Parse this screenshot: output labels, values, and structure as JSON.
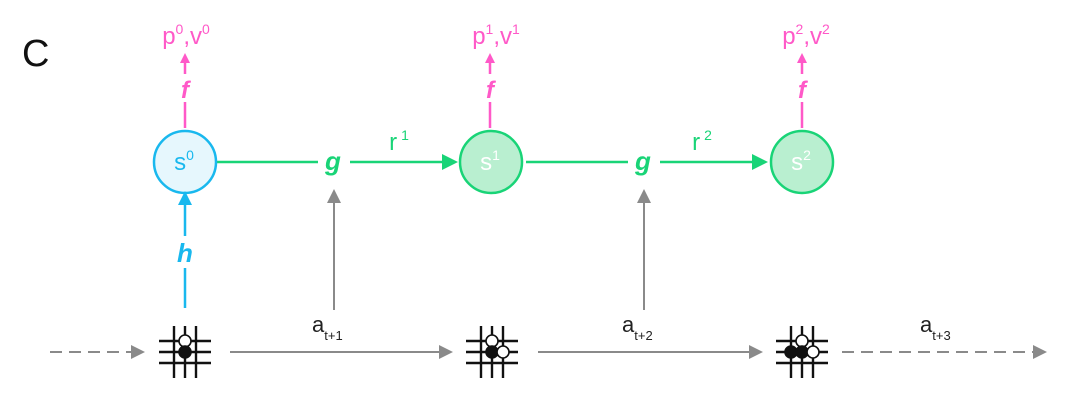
{
  "panel_label": "C",
  "colors": {
    "prediction": "#ff59c8",
    "representation": "#19b8ee",
    "dynamics": "#19d477",
    "action": "#8a8a8a",
    "state0_fill": "#e6f7fd",
    "state_fill": "#b9efd0",
    "stone_black": "#111111",
    "grid": "#111111"
  },
  "functions": {
    "prediction": "f",
    "dynamics": "g",
    "representation": "h"
  },
  "states": [
    {
      "base": "s",
      "sup": "0",
      "output_p": "p",
      "output_v": "v"
    },
    {
      "base": "s",
      "sup": "1",
      "output_p": "p",
      "output_v": "v"
    },
    {
      "base": "s",
      "sup": "2",
      "output_p": "p",
      "output_v": "v"
    }
  ],
  "rewards": [
    {
      "base": "r",
      "sup": "1"
    },
    {
      "base": "r",
      "sup": "2"
    }
  ],
  "actions": [
    {
      "base": "a",
      "sub": "t+1"
    },
    {
      "base": "a",
      "sub": "t+2"
    },
    {
      "base": "a",
      "sub": "t+3"
    }
  ],
  "boards": [
    {
      "stones": [
        {
          "pos": "top",
          "color": "white"
        },
        {
          "pos": "center",
          "color": "black"
        }
      ]
    },
    {
      "stones": [
        {
          "pos": "top",
          "color": "white"
        },
        {
          "pos": "center",
          "color": "black"
        },
        {
          "pos": "right",
          "color": "white"
        }
      ]
    },
    {
      "stones": [
        {
          "pos": "top",
          "color": "white"
        },
        {
          "pos": "left",
          "color": "black"
        },
        {
          "pos": "center",
          "color": "black"
        },
        {
          "pos": "right",
          "color": "white"
        }
      ]
    }
  ]
}
